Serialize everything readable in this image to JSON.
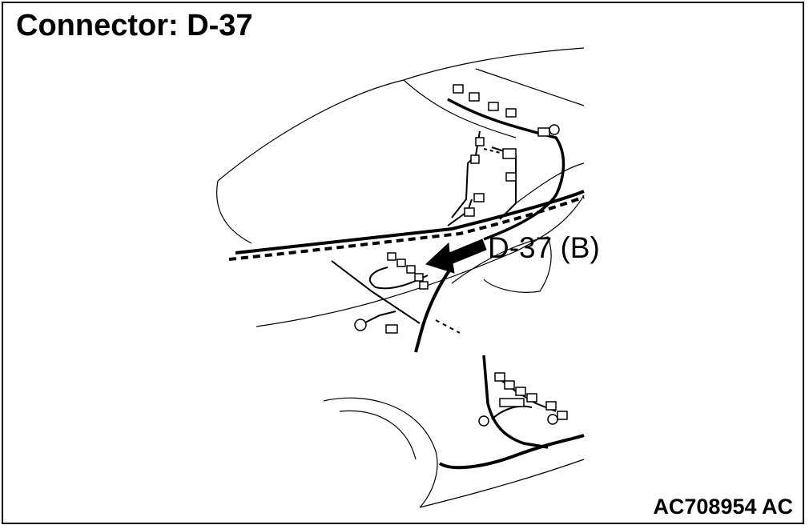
{
  "header": {
    "title": "Connector: D-37"
  },
  "diagram": {
    "callout_label": "D-37 (B)",
    "figure_id": "AC708954 AC"
  },
  "colors": {
    "line": "#000000",
    "background": "#ffffff"
  }
}
